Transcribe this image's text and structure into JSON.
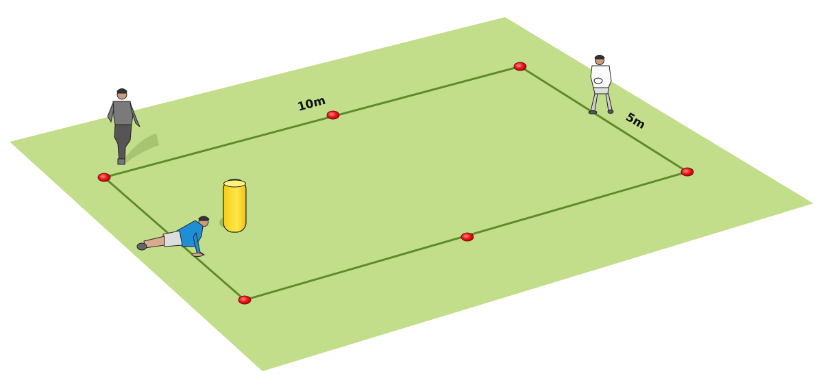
{
  "diagram": {
    "labels": {
      "length": "10m",
      "width": "5m"
    },
    "colors": {
      "pitch": "#c2de8a",
      "line": "#5f8a2a",
      "cone": "#e8141c",
      "tackle_bag": "#ffe23c"
    },
    "items": [
      "cone",
      "cone",
      "cone",
      "cone",
      "cone",
      "cone",
      "tackle-bag",
      "player-grey-running",
      "player-white-ball",
      "player-blue-pushup"
    ]
  }
}
